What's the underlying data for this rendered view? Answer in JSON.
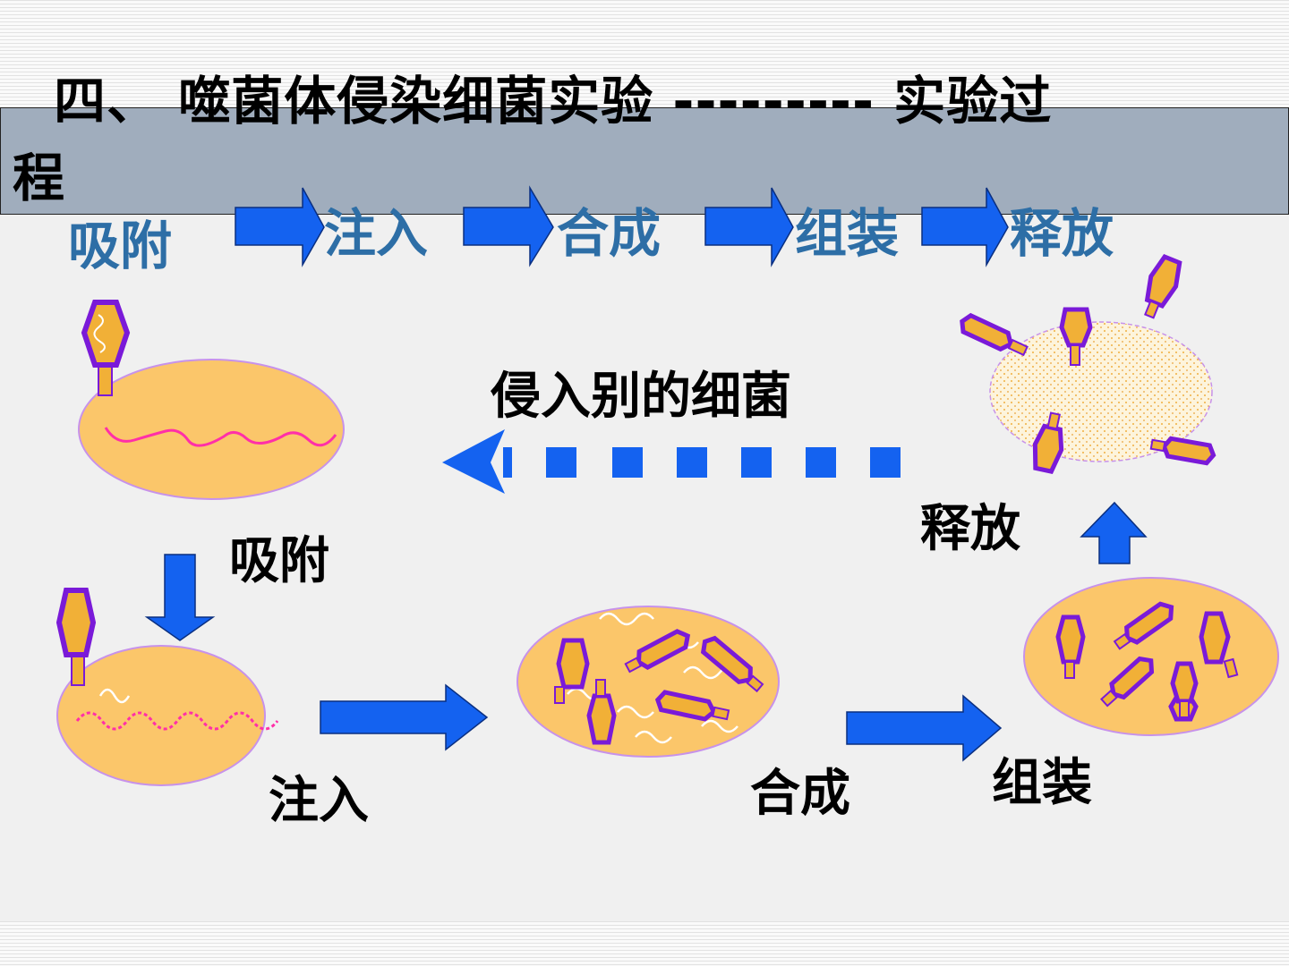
{
  "title": {
    "line1": "四、  噬菌体侵染细菌实验 --------- 实验过",
    "line2": "程"
  },
  "steps": [
    "吸附",
    "注入",
    "合成",
    "组装",
    "释放"
  ],
  "labels": {
    "adsorb": "吸附",
    "inject": "注入",
    "synthesize": "合成",
    "assemble": "组装",
    "release": "释放",
    "infect_other": "侵入别的细菌"
  },
  "colors": {
    "arrow_blue": "#1462f0",
    "cell_fill": "#fbc66a",
    "cell_border": "#c792ea",
    "phage_border": "#7a1ad8",
    "phage_fill": "#f1b037",
    "dna_pink": "#ff2fa8",
    "step_text": "#2d6ea6"
  }
}
